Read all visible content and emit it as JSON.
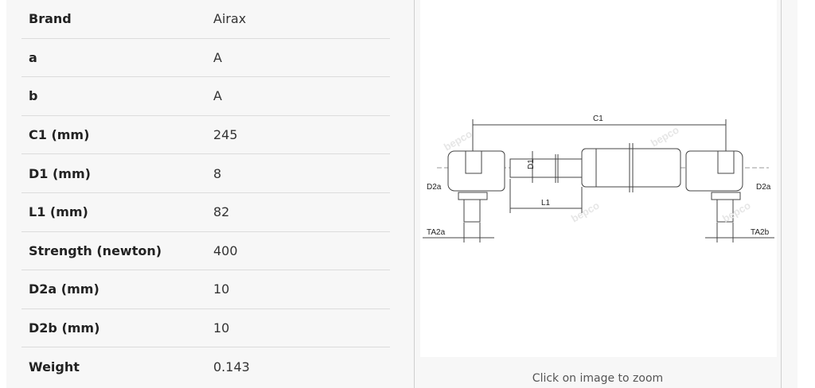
{
  "specs": [
    {
      "label": "Brand",
      "value": "Airax"
    },
    {
      "label": "a",
      "value": "A"
    },
    {
      "label": "b",
      "value": "A"
    },
    {
      "label": "C1 (mm)",
      "value": "245"
    },
    {
      "label": "D1 (mm)",
      "value": "8"
    },
    {
      "label": "L1 (mm)",
      "value": "82"
    },
    {
      "label": "Strength (newton)",
      "value": "400"
    },
    {
      "label": "D2a (mm)",
      "value": "10"
    },
    {
      "label": "D2b (mm)",
      "value": "10"
    },
    {
      "label": "Weight",
      "value": "0.143"
    }
  ],
  "diagram": {
    "labels": {
      "c1": "C1",
      "d1": "D1",
      "l1": "L1",
      "d2a_left": "D2a",
      "d2a_right": "D2a",
      "ta2a": "TA2a",
      "ta2b": "TA2b"
    },
    "watermark": "bepco"
  },
  "caption": "Click on image to zoom"
}
